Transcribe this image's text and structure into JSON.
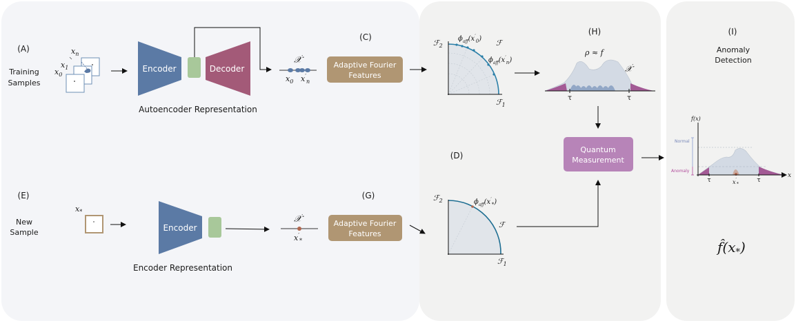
{
  "panels": {
    "A": "(A)",
    "C": "(C)",
    "D": "(D)",
    "E": "(E)",
    "G": "(G)",
    "H": "(H)",
    "I": "(I)"
  },
  "training_samples": [
    "Training",
    "Samples"
  ],
  "new_sample": [
    "New",
    "Sample"
  ],
  "encoder_label": "Encoder",
  "decoder_label": "Decoder",
  "autoencoder_caption": "Autoencoder Representation",
  "encoder_caption": "Encoder Representation",
  "adaptive_fourier": [
    "Adaptive Fourier",
    "Features"
  ],
  "quantum_measurement": [
    "Quantum",
    "Measurement"
  ],
  "anomaly_detection": [
    "Anomaly",
    "Detection"
  ],
  "math": {
    "xn": "x_n",
    "x1": "x_1",
    "x0": "x_0",
    "xstar": "x_*",
    "X_prime": "𝒳′",
    "x0_latent": "x₀",
    "xn_latent": "x′ₙ",
    "xstar_latent": "x′*",
    "F": "ℱ",
    "F1": "ℱ₁",
    "F2": "ℱ₂",
    "phi_x0": "ϕ_aff(x′₀)",
    "phi_xn": "ϕ_aff(x′ₙ)",
    "phi_xstar": "ϕ_aff(x′*)",
    "rho_f": "ρ ≈ f",
    "tau": "τ",
    "f_x": "f(x)",
    "normal": "Normal",
    "anomaly": "Anomaly",
    "x_axis": "x",
    "fhat": "f̂(x*)"
  },
  "colors": {
    "encoder": "#5b7aa5",
    "decoder": "#a35a78",
    "latent": "#a8c89a",
    "fourier": "#b09673",
    "quantum": "#b784b8",
    "panel": "#f4f5f8"
  }
}
